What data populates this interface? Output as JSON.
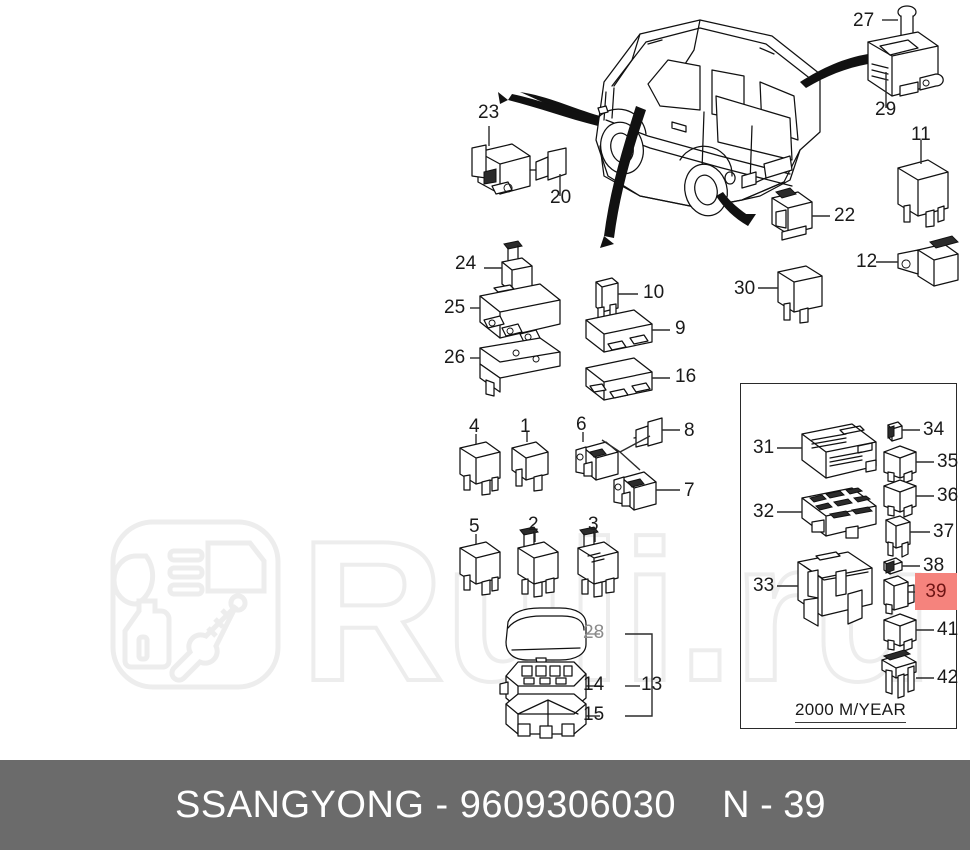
{
  "diagram": {
    "title": "SsangYong electrical relay / fuse box parts diagram",
    "vehicle_icon": "suv-rear-three-quarter-illustration",
    "section_label": "2000 M/YEAR",
    "highlight_color": "#f5837d",
    "highlight_text_color": "#6e1414",
    "callouts": [
      {
        "id": "27",
        "label": "27",
        "part": "bolt-screw"
      },
      {
        "id": "29",
        "label": "29",
        "part": "control-module"
      },
      {
        "id": "11",
        "label": "11",
        "part": "relay"
      },
      {
        "id": "12",
        "label": "12",
        "part": "relay-with-bracket"
      },
      {
        "id": "23",
        "label": "23",
        "part": "switch-module"
      },
      {
        "id": "20",
        "label": "20",
        "part": "bolt-screw"
      },
      {
        "id": "22",
        "label": "22",
        "part": "relay-with-bracket"
      },
      {
        "id": "30",
        "label": "30",
        "part": "relay"
      },
      {
        "id": "24",
        "label": "24",
        "part": "relay-small-bracket"
      },
      {
        "id": "25",
        "label": "25",
        "part": "control-unit"
      },
      {
        "id": "26",
        "label": "26",
        "part": "mounting-bracket"
      },
      {
        "id": "10",
        "label": "10",
        "part": "blade-fuse"
      },
      {
        "id": "9",
        "label": "9",
        "part": "control-module-small"
      },
      {
        "id": "16",
        "label": "16",
        "part": "control-module-small"
      },
      {
        "id": "4",
        "label": "4",
        "part": "relay"
      },
      {
        "id": "1",
        "label": "1",
        "part": "relay"
      },
      {
        "id": "6",
        "label": "6",
        "part": "relay-bracket"
      },
      {
        "id": "8",
        "label": "8",
        "part": "bolt-screw"
      },
      {
        "id": "7",
        "label": "7",
        "part": "relay-bracket"
      },
      {
        "id": "5",
        "label": "5",
        "part": "relay"
      },
      {
        "id": "2",
        "label": "2",
        "part": "relay-tab"
      },
      {
        "id": "3",
        "label": "3",
        "part": "relay-tab"
      },
      {
        "id": "28",
        "label": "28",
        "part": "fuse-box-cover"
      },
      {
        "id": "14",
        "label": "14",
        "part": "fuse-box-body"
      },
      {
        "id": "15",
        "label": "15",
        "part": "fuse-box-lower-housing"
      },
      {
        "id": "13",
        "label": "13",
        "part": "fuse-box-assembly"
      }
    ],
    "panel_callouts": [
      {
        "id": "31",
        "label": "31",
        "part": "fuse-box-cover"
      },
      {
        "id": "32",
        "label": "32",
        "part": "fuse-box-pcb"
      },
      {
        "id": "33",
        "label": "33",
        "part": "fuse-box-housing"
      },
      {
        "id": "34",
        "label": "34",
        "part": "clip"
      },
      {
        "id": "35",
        "label": "35",
        "part": "relay-cube"
      },
      {
        "id": "36",
        "label": "36",
        "part": "relay-cube"
      },
      {
        "id": "37",
        "label": "37",
        "part": "relay-tall"
      },
      {
        "id": "38",
        "label": "38",
        "part": "clip"
      },
      {
        "id": "39",
        "label": "39",
        "part": "relay-block",
        "highlighted": true
      },
      {
        "id": "41",
        "label": "41",
        "part": "relay-cube"
      },
      {
        "id": "42",
        "label": "42",
        "part": "fuse-puller-connector"
      }
    ]
  },
  "watermark": {
    "text": "Ruli.ru",
    "logo_icons": [
      "headlight-icon",
      "door-panel-icon",
      "oil-bottle-icon",
      "shock-absorber-icon"
    ],
    "color": "#ededed"
  },
  "footer": {
    "brand_and_part": "SSANGYONG - 9609306030",
    "page": "N - 39",
    "background": "#6b6b6b",
    "text_color": "#ffffff"
  }
}
